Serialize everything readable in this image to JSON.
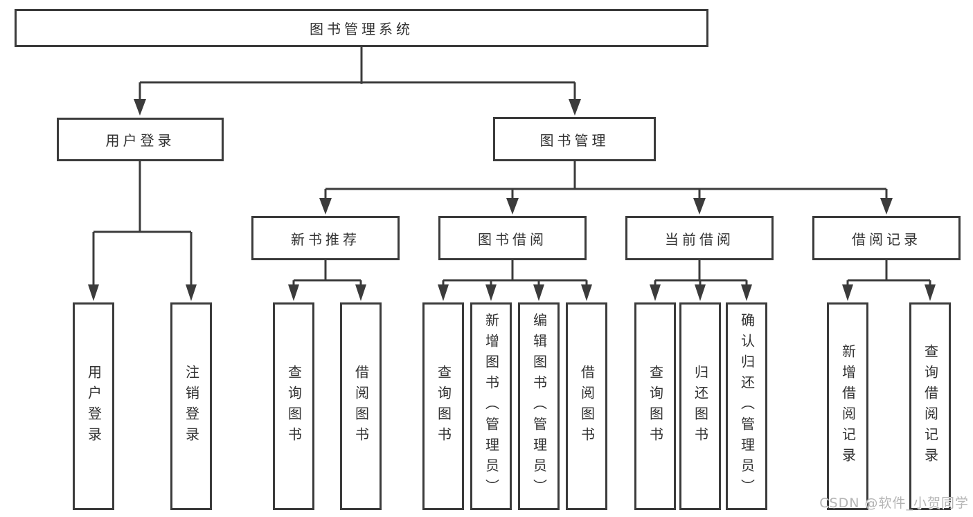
{
  "diagram": {
    "root": {
      "label": "图书管理系统"
    },
    "branches": [
      {
        "label": "用户登录",
        "children": [
          {
            "label": "用户登录"
          },
          {
            "label": "注销登录"
          }
        ]
      },
      {
        "label": "图书管理",
        "children": [
          {
            "label": "新书推荐",
            "children": [
              {
                "label": "查询图书"
              },
              {
                "label": "借阅图书"
              }
            ]
          },
          {
            "label": "图书借阅",
            "children": [
              {
                "label": "查询图书"
              },
              {
                "label": "新增图书（管理员）"
              },
              {
                "label": "编辑图书（管理员）"
              },
              {
                "label": "借阅图书"
              }
            ]
          },
          {
            "label": "当前借阅",
            "children": [
              {
                "label": "查询图书"
              },
              {
                "label": "归还图书"
              },
              {
                "label": "确认归还（管理员）"
              }
            ]
          },
          {
            "label": "借阅记录",
            "children": [
              {
                "label": "新增借阅记录"
              },
              {
                "label": "查询借阅记录"
              }
            ]
          }
        ]
      }
    ]
  },
  "watermark": {
    "text": "CSDN @软件_小贺同学"
  },
  "colors": {
    "stroke": "#3b3b3b",
    "text": "#323232",
    "watermark": "#b5b5b5",
    "background": "#ffffff"
  }
}
